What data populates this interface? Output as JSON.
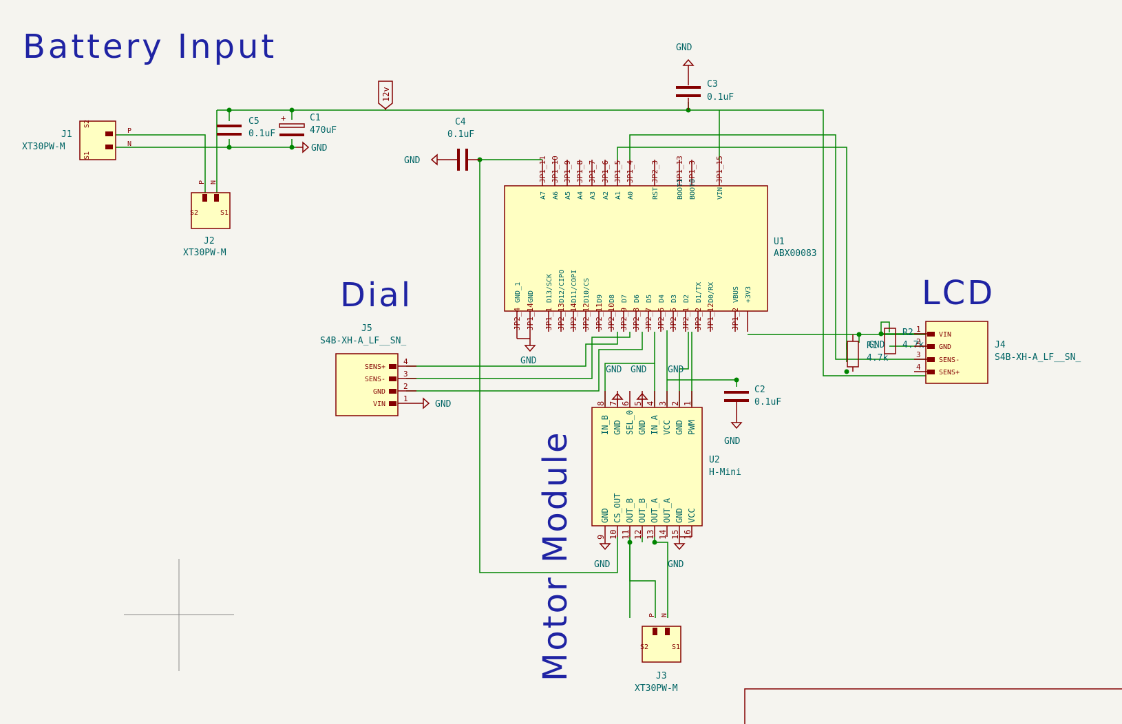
{
  "sections": {
    "battery": "Battery Input",
    "dial": "Dial",
    "lcd": "LCD",
    "motor": "Motor Module"
  },
  "net_12v": "12v",
  "nets": {
    "p": "P",
    "n": "N"
  },
  "power": {
    "gnd": "GND"
  },
  "connectors": {
    "j1": {
      "ref": "J1",
      "value": "XT30PW-M",
      "pins": [
        "S2",
        "S1"
      ]
    },
    "j2": {
      "ref": "J2",
      "value": "XT30PW-M",
      "pins": [
        "P",
        "N",
        "S2",
        "S1"
      ]
    },
    "j3": {
      "ref": "J3",
      "value": "XT30PW-M",
      "pins": [
        "P",
        "N",
        "S2",
        "S1"
      ]
    },
    "j4": {
      "ref": "J4",
      "value": "S4B-XH-A_LF__SN_",
      "pins": [
        {
          "num": "1",
          "name": "VIN"
        },
        {
          "num": "2",
          "name": "GND"
        },
        {
          "num": "3",
          "name": "SENS-"
        },
        {
          "num": "4",
          "name": "SENS+"
        }
      ]
    },
    "j5": {
      "ref": "J5",
      "value": "S4B-XH-A_LF__SN_",
      "pins": [
        {
          "num": "4",
          "name": "SENS+"
        },
        {
          "num": "3",
          "name": "SENS-"
        },
        {
          "num": "2",
          "name": "GND"
        },
        {
          "num": "1",
          "name": "VIN"
        }
      ]
    }
  },
  "passives": {
    "c1": {
      "ref": "C1",
      "value": "470uF",
      "polarity": "+"
    },
    "c2": {
      "ref": "C2",
      "value": "0.1uF"
    },
    "c3": {
      "ref": "C3",
      "value": "0.1uF"
    },
    "c4": {
      "ref": "C4",
      "value": "0.1uF"
    },
    "c5": {
      "ref": "C5",
      "value": "0.1uF"
    },
    "r1": {
      "ref": "R1",
      "value": "4.7k"
    },
    "r2": {
      "ref": "R2",
      "value": "4.7k"
    }
  },
  "u1": {
    "ref": "U1",
    "value": "ABX00083",
    "top_pins": [
      {
        "pin": "JP1_11",
        "name": "A7"
      },
      {
        "pin": "JP1_10",
        "name": "A6"
      },
      {
        "pin": "JP1_9",
        "name": "A5"
      },
      {
        "pin": "JP1_8",
        "name": "A4"
      },
      {
        "pin": "JP1_7",
        "name": "A3"
      },
      {
        "pin": "JP1_6",
        "name": "A2"
      },
      {
        "pin": "JP1_5",
        "name": "A1"
      },
      {
        "pin": "JP1_4",
        "name": "A0"
      },
      {
        "pin": "JP2_3",
        "name": "RST"
      },
      {
        "pin": "JP1_13",
        "name": "BOOT1"
      },
      {
        "pin": "JP1_3",
        "name": "BOOT0"
      },
      {
        "pin": "JP1_15",
        "name": "VIN"
      }
    ],
    "bottom_pins": [
      {
        "pin": "JP2_4",
        "name": "GND_1"
      },
      {
        "pin": "JP1_14",
        "name": "GND"
      },
      {
        "pin": "JP1_1",
        "name": "D13/SCK"
      },
      {
        "pin": "JP2_13",
        "name": "D12/CIPO"
      },
      {
        "pin": "JP2_14",
        "name": "D11/COPI"
      },
      {
        "pin": "JP2_12",
        "name": "D10/CS"
      },
      {
        "pin": "JP2_11",
        "name": "D9"
      },
      {
        "pin": "JP2_10",
        "name": "D8"
      },
      {
        "pin": "JP2_9",
        "name": "D7"
      },
      {
        "pin": "JP2_8",
        "name": "D6"
      },
      {
        "pin": "JP2_7",
        "name": "D5"
      },
      {
        "pin": "JP2_6",
        "name": "D4"
      },
      {
        "pin": "JP2_5",
        "name": "D3"
      },
      {
        "pin": "JP2_1",
        "name": "D2"
      },
      {
        "pin": "JP2_2",
        "name": "D1/TX"
      },
      {
        "pin": "JP1_12",
        "name": "D0/RX"
      },
      {
        "pin": "JP1_2",
        "name": "VBUS"
      },
      {
        "pin": "",
        "name": "+3V3"
      }
    ]
  },
  "u2": {
    "ref": "U2",
    "value": "H-Mini",
    "top_pins": [
      {
        "num": "8",
        "name": "IN_B"
      },
      {
        "num": "7",
        "name": "GND"
      },
      {
        "num": "6",
        "name": "SEL_0"
      },
      {
        "num": "5",
        "name": "GND"
      },
      {
        "num": "4",
        "name": "IN_A"
      },
      {
        "num": "3",
        "name": "VCC"
      },
      {
        "num": "2",
        "name": "GND"
      },
      {
        "num": "1",
        "name": "PWM"
      }
    ],
    "bottom_pins": [
      {
        "num": "9",
        "name": "GND"
      },
      {
        "num": "10",
        "name": "CS_OUT"
      },
      {
        "num": "11",
        "name": "OUT_B"
      },
      {
        "num": "12",
        "name": "OUT_B"
      },
      {
        "num": "13",
        "name": "OUT_A"
      },
      {
        "num": "14",
        "name": "OUT_A"
      },
      {
        "num": "15",
        "name": "GND"
      },
      {
        "num": "16",
        "name": "VCC"
      }
    ]
  },
  "colors": {
    "wire": "#008400",
    "component": "#840000",
    "fill": "#ffffc2",
    "text": "#006464",
    "title": "#1f23a3",
    "background": "#f5f4ef"
  }
}
